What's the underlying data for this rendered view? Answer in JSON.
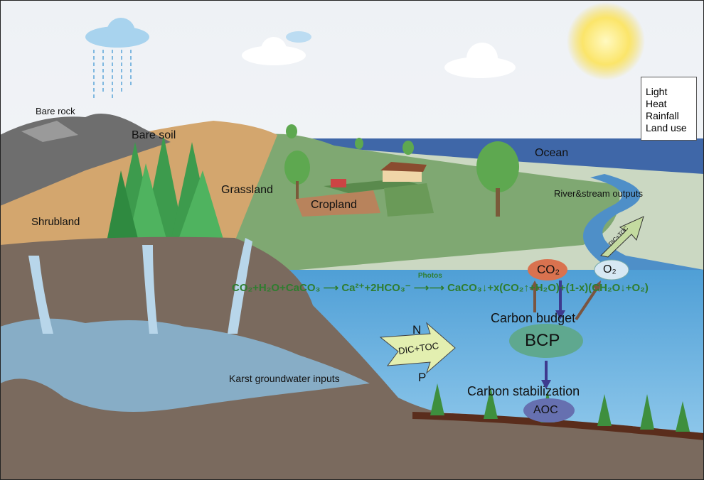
{
  "labels": {
    "bare_rock": "Bare rock",
    "bare_soil": "Bare soil",
    "shrubland": "Shrubland",
    "grassland": "Grassland",
    "cropland": "Cropland",
    "ocean": "Ocean",
    "river_outputs": "River&stream outputs",
    "karst_inputs": "Karst groundwater inputs",
    "co2": "CO₂",
    "o2": "O₂",
    "carbon_budget": "Carbon budget",
    "bcp": "BCP",
    "carbon_stabilization": "Carbon stabilization",
    "aoc": "AOC",
    "n": "N",
    "p": "P",
    "dic_toc": "DIC+TOC",
    "dic_toc_small": "DIC+TOC"
  },
  "legend": [
    "Light",
    "Heat",
    "Rainfall",
    "Land use"
  ],
  "equation": {
    "part1": "CO₂+H₂O+CaCO₃",
    "part2": "Ca²⁺+2HCO₃⁻",
    "photos": "Photos",
    "part3": "CaCO₃↓+x(CO₂↑+H₂O)+(1-x)(CH₂O↓+O₂)"
  }
}
